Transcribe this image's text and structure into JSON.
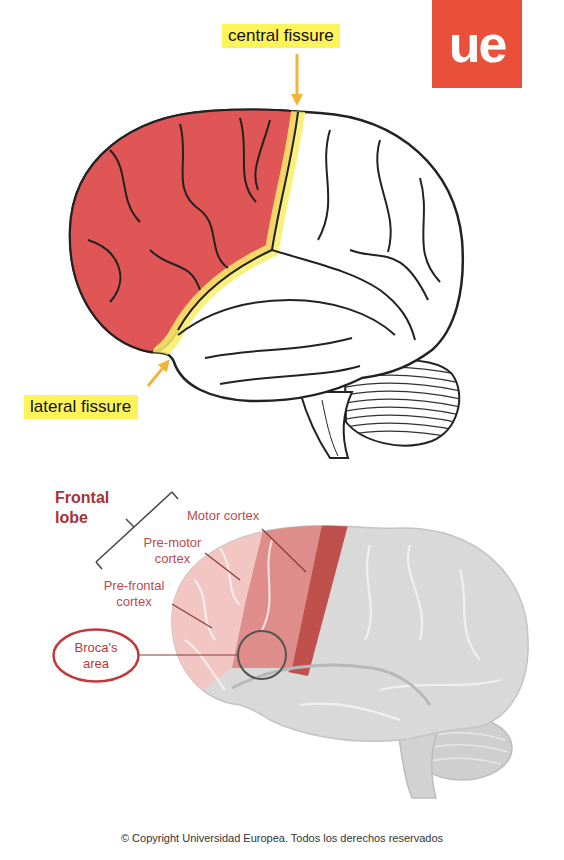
{
  "diagram": {
    "caption": "© Copyright Universidad Europea. Todos los derechos reservados",
    "nodes": [
      {
        "text": [
          "central fissure"
        ]
      },
      {
        "text": [
          "ue"
        ]
      },
      {
        "text": [
          "lateral fissure"
        ]
      },
      {
        "text": [
          "Broca's area"
        ]
      }
    ],
    "labels": [
      "Frontal lobe",
      "Motor cortex",
      "Pre-motor cortex",
      "Pre-frontal cortex"
    ]
  }
}
